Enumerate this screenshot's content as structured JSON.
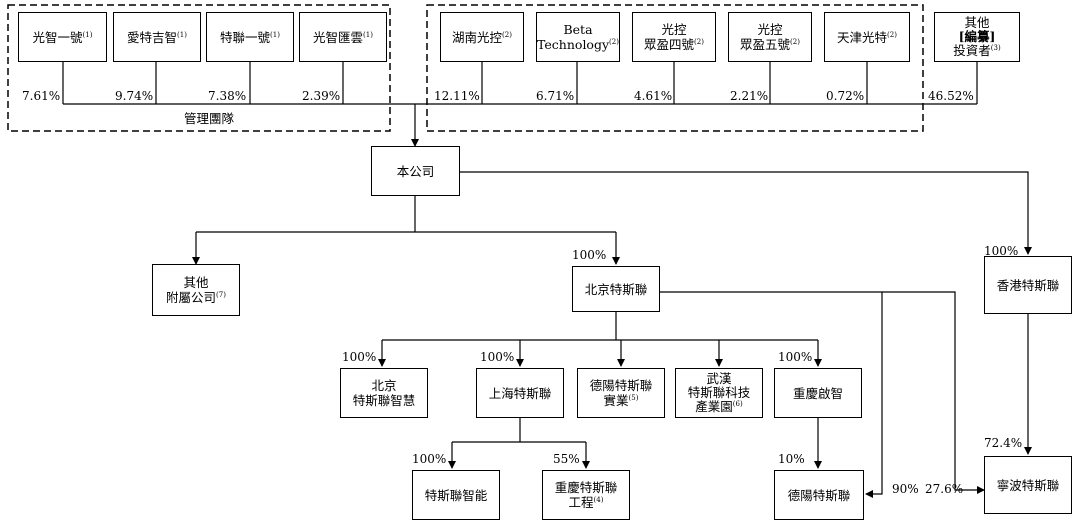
{
  "management": {
    "label": "管理團隊",
    "entities": [
      {
        "name": "光智一號",
        "note": "(1)",
        "pct": "7.61%"
      },
      {
        "name": "愛特吉智",
        "note": "(1)",
        "pct": "9.74%"
      },
      {
        "name": "特聯一號",
        "note": "(1)",
        "pct": "7.38%"
      },
      {
        "name": "光智匯雲",
        "note": "(1)",
        "pct": "2.39%"
      }
    ]
  },
  "investors": [
    {
      "lines": [
        "湖南光控"
      ],
      "note": "(2)",
      "pct": "12.11%"
    },
    {
      "lines": [
        "Beta",
        "Technology"
      ],
      "note": "(2)",
      "pct": "6.71%"
    },
    {
      "lines": [
        "光控",
        "眾盈四號"
      ],
      "note": "(2)",
      "pct": "4.61%"
    },
    {
      "lines": [
        "光控",
        "眾盈五號"
      ],
      "note": "(2)",
      "pct": "2.21%"
    },
    {
      "lines": [
        "天津光特"
      ],
      "note": "(2)",
      "pct": "0.72%"
    }
  ],
  "other_investors": {
    "lines": [
      "其他",
      "[編纂]",
      "投資者"
    ],
    "note": "(3)",
    "pct": "46.52%"
  },
  "company": {
    "name": "本公司"
  },
  "other_affiliates": {
    "lines": [
      "其他",
      "附屬公司"
    ],
    "note": "(7)"
  },
  "beijing": {
    "name": "北京特斯聯",
    "pct": "100%"
  },
  "hongkong": {
    "name": "香港特斯聯",
    "pct": "100%"
  },
  "beijing_subs": [
    {
      "lines": [
        "北京",
        "特斯聯智慧"
      ],
      "note": "",
      "pct": "100%"
    },
    {
      "lines": [
        "上海特斯聯"
      ],
      "note": "",
      "pct": "100%"
    },
    {
      "lines": [
        "德陽特斯聯",
        "實業"
      ],
      "note": "(5)",
      "pct": ""
    },
    {
      "lines": [
        "武漢",
        "特斯聯科技",
        "產業園"
      ],
      "note": "(6)",
      "pct": ""
    },
    {
      "lines": [
        "重慶啟智"
      ],
      "note": "",
      "pct": "100%"
    }
  ],
  "shanghai_subs": [
    {
      "lines": [
        "特斯聯智能"
      ],
      "note": "",
      "pct": "100%"
    },
    {
      "lines": [
        "重慶特斯聯",
        "工程"
      ],
      "note": "(4)",
      "pct": "55%"
    }
  ],
  "deyang": {
    "name": "德陽特斯聯",
    "pct_chongqing": "10%",
    "pct_beijing": "90%"
  },
  "ningbo": {
    "name": "寧波特斯聯",
    "pct_hk": "72.4%",
    "pct_beijing": "27.6%"
  }
}
